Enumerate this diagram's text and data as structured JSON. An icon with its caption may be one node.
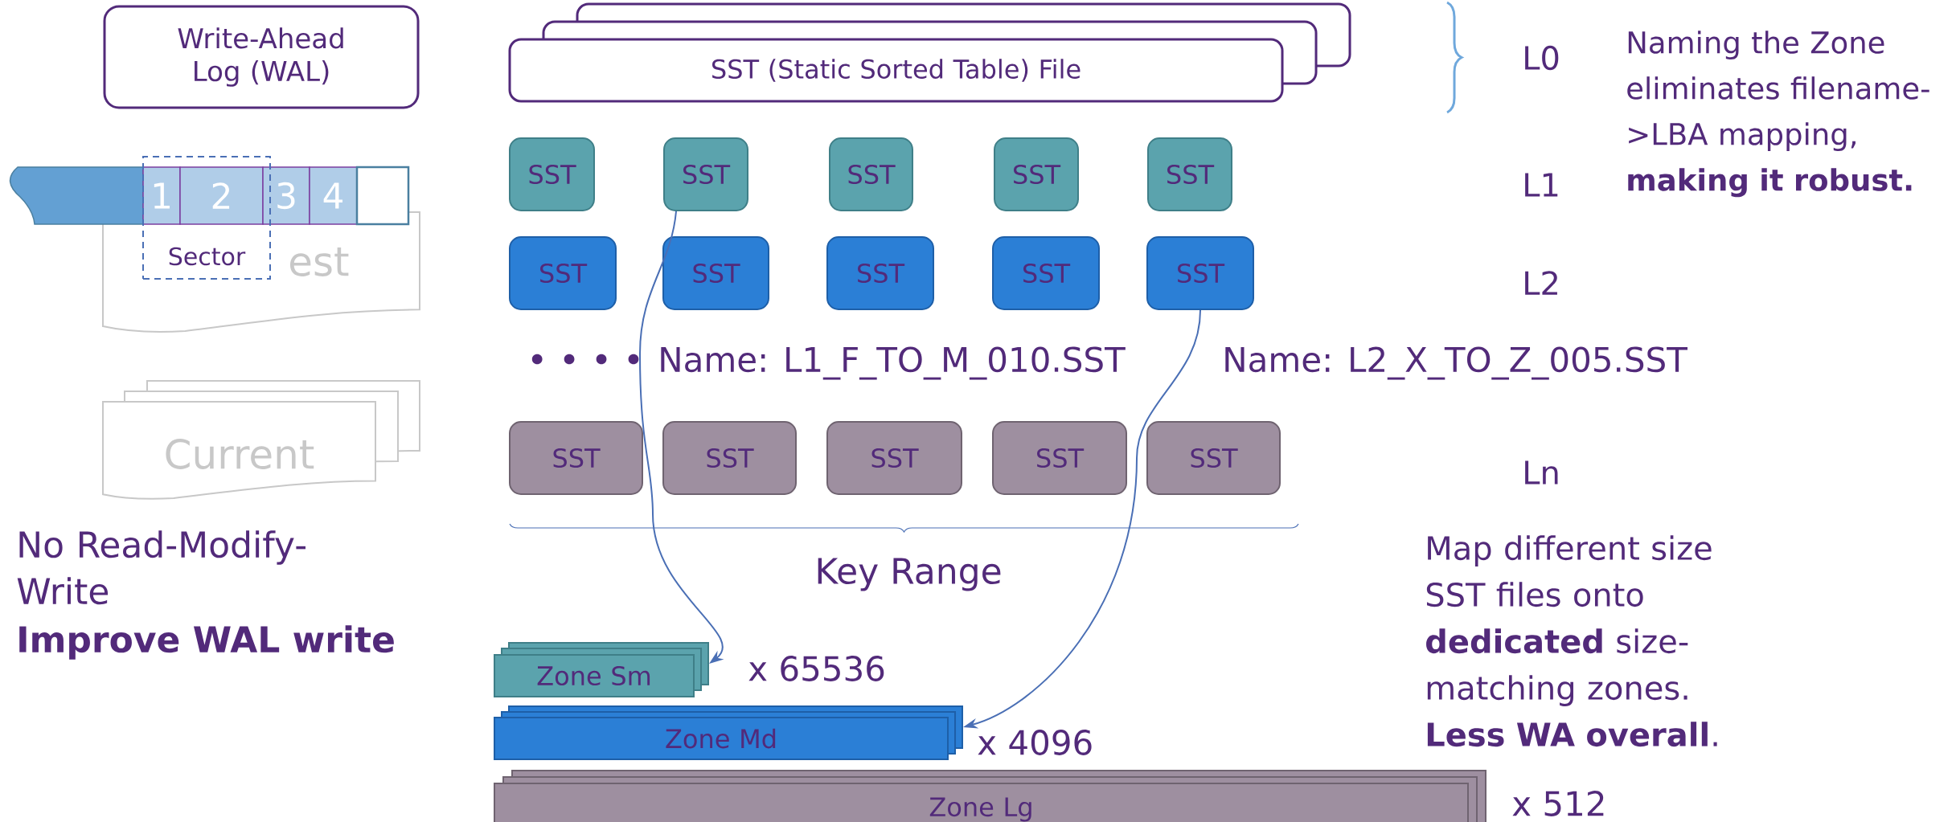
{
  "diagram": {
    "nodes": [
      {
        "text": [
          "Write-Ahead Log (WAL)"
        ]
      },
      {
        "text": [
          "1"
        ],
        "in": 6
      },
      {
        "text": [
          "2"
        ],
        "in": 6
      },
      {
        "text": [
          "3"
        ]
      },
      {
        "text": [
          "4"
        ]
      },
      {
        "text": [],
        "shape": "box"
      },
      {
        "text": [
          "Sector"
        ]
      },
      {
        "text": [
          "est"
        ]
      },
      {
        "text": [
          "Current"
        ]
      },
      {
        "text": [
          "SST (Static Sorted Table) File"
        ]
      },
      {
        "text": [
          "SST"
        ]
      },
      {
        "text": [
          "SST"
        ]
      },
      {
        "text": [
          "SST"
        ]
      },
      {
        "text": [
          "SST"
        ]
      },
      {
        "text": [
          "SST"
        ]
      },
      {
        "text": [
          "SST"
        ]
      },
      {
        "text": [
          "SST"
        ]
      },
      {
        "text": [
          "SST"
        ]
      },
      {
        "text": [
          "SST"
        ]
      },
      {
        "text": [
          "SST"
        ]
      },
      {
        "text": [
          "SST"
        ]
      },
      {
        "text": [
          "SST"
        ]
      },
      {
        "text": [
          "SST"
        ]
      },
      {
        "text": [
          "SST"
        ]
      },
      {
        "text": [
          "SST"
        ]
      },
      {
        "text": [
          "Zone Sm"
        ],
        "beside": [
          "x 65536"
        ]
      },
      {
        "text": [
          "Zone Md"
        ],
        "beside": [
          "x 4096"
        ]
      },
      {
        "text": [
          "Zone Lg"
        ],
        "beside": [
          "x 512"
        ]
      },
      {
        "text": [],
        "shape": "bar"
      }
    ],
    "edges": [
      {
        "from": 11,
        "to": 25,
        "arrow": "to"
      },
      {
        "from": 19,
        "to": 26,
        "arrow": "to"
      }
    ],
    "labels": [
      "• • • •",
      "Name: L1_F_TO_M_010.SST",
      "Name: L2_X_TO_Z_005.SST",
      "L0",
      "L1",
      "L2",
      "Ln",
      "Naming the Zone eliminates filename->LBA mapping, **making it robust.**",
      "Key Range",
      "Map different size SST files onto **dedicated** size-matching zones. **Less WA overall**.",
      "No Read-Modify-Write",
      "Improve WAL write"
    ]
  }
}
